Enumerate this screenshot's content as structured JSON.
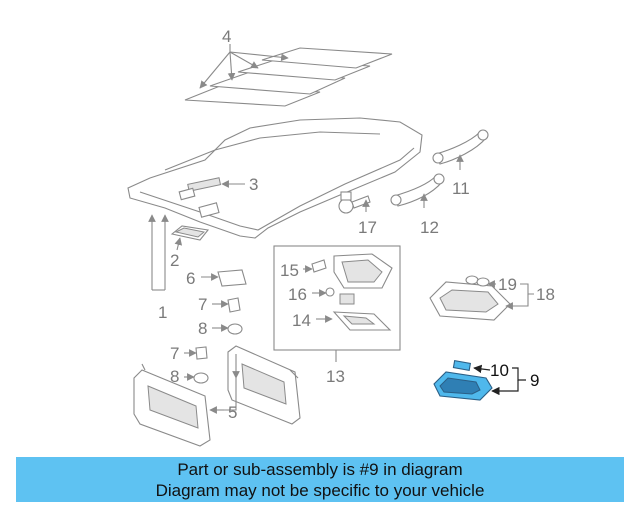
{
  "diagram": {
    "labels": {
      "l1": "1",
      "l2": "2",
      "l3": "3",
      "l4": "4",
      "l5": "5",
      "l6": "6",
      "l7a": "7",
      "l7b": "7",
      "l8a": "8",
      "l8b": "8",
      "l9": "9",
      "l10": "10",
      "l11": "11",
      "l12": "12",
      "l13": "13",
      "l14": "14",
      "l15": "15",
      "l16": "16",
      "l17": "17",
      "l18": "18",
      "l19": "19"
    },
    "highlighted_part": "9",
    "colors": {
      "highlight": "#4fb8ec",
      "banner": "#5ec2f2",
      "line": "#8a8a8a"
    }
  },
  "banner": {
    "line1": "Part or sub-assembly is #9 in diagram",
    "line2": "Diagram may not be specific to your vehicle"
  }
}
